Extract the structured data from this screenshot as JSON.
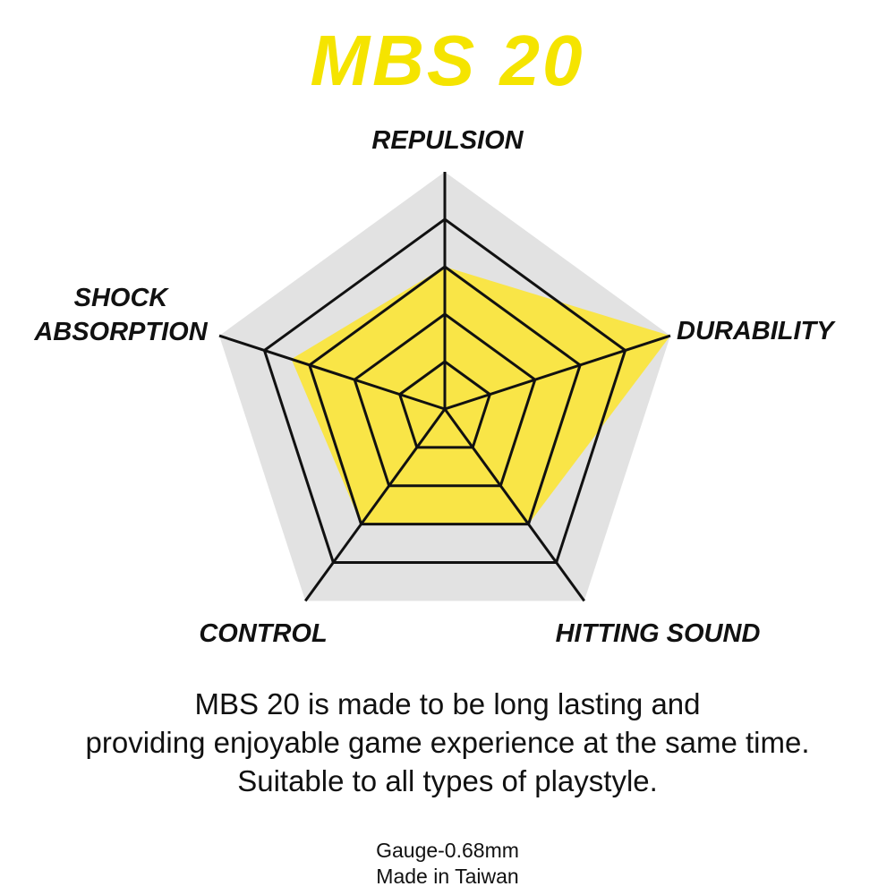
{
  "header": {
    "title": "MBS 20",
    "title_color": "#f5e400"
  },
  "chart_data": {
    "type": "radar",
    "axes": [
      "REPULSION",
      "DURABILITY",
      "HITTING SOUND",
      "CONTROL",
      "SHOCK ABSORPTION"
    ],
    "levels": 5,
    "range": [
      0,
      5
    ],
    "grid": true,
    "series": [
      {
        "values": [
          3,
          5,
          3,
          3,
          3.4
        ],
        "color": "#f9e547"
      }
    ],
    "background_color": "#e2e2e2",
    "grid_color": "#111111"
  },
  "labels": {
    "repulsion": "REPULSION",
    "durability": "DURABILITY",
    "shock_line1": "SHOCK",
    "shock_line2": "ABSORPTION",
    "control": "CONTROL",
    "hitting_sound": "HITTING SOUND"
  },
  "description": {
    "line1": "MBS 20 is made to be long lasting and",
    "line2": "providing enjoyable game experience at the same time.",
    "line3": "Suitable to all types of playstyle."
  },
  "specs": {
    "gauge": "Gauge-0.68mm",
    "origin": "Made in Taiwan"
  }
}
